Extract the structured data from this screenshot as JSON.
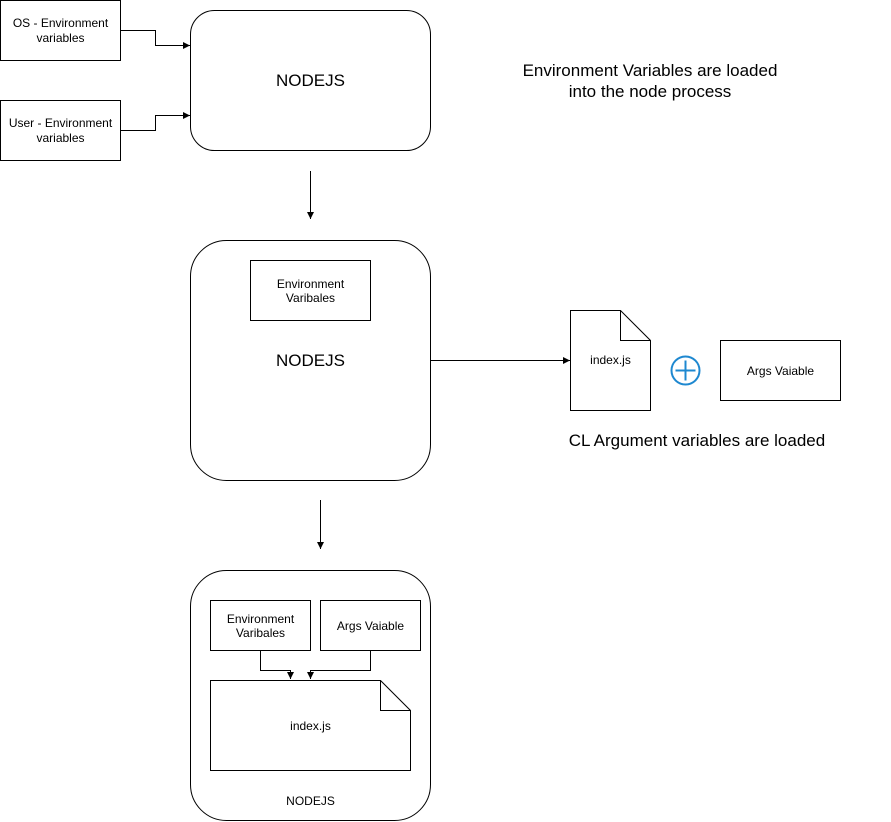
{
  "diagram": {
    "sources": {
      "os_env": [
        "OS - Environment",
        "variables"
      ],
      "user_env": [
        "User - Environment",
        "variables"
      ]
    },
    "stage1": {
      "node_label": "NODEJS",
      "caption": [
        "Environment Variables are loaded",
        "into the node process"
      ]
    },
    "stage2": {
      "node_label": "NODEJS",
      "env_box": [
        "Environment",
        "Varibales"
      ],
      "file_label": "index.js",
      "args_label": "Args Vaiable",
      "caption": "CL Argument variables are loaded"
    },
    "stage3": {
      "node_label": "NODEJS",
      "env_box": [
        "Environment",
        "Varibales"
      ],
      "args_label": "Args Vaiable",
      "file_label": "index.js"
    },
    "colors": {
      "stroke": "#000000",
      "plus_icon": "#1E88D0"
    }
  }
}
